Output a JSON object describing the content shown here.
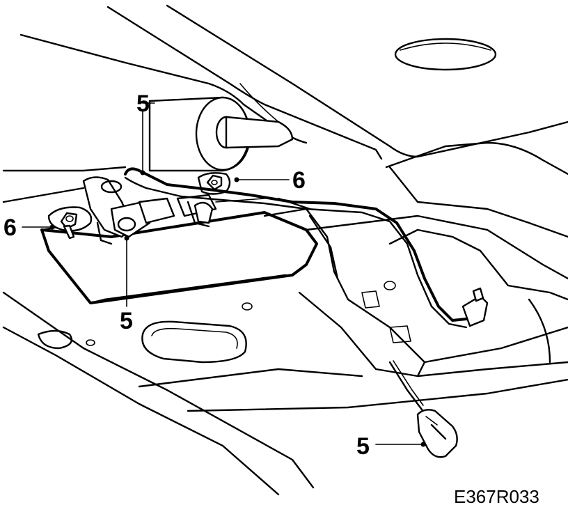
{
  "diagram": {
    "figure_code": "E367R033",
    "callouts": [
      {
        "id": "c1",
        "label": "5"
      },
      {
        "id": "c2",
        "label": "6"
      },
      {
        "id": "c3",
        "label": "6"
      },
      {
        "id": "c4",
        "label": "5"
      },
      {
        "id": "c5",
        "label": "5"
      }
    ]
  }
}
